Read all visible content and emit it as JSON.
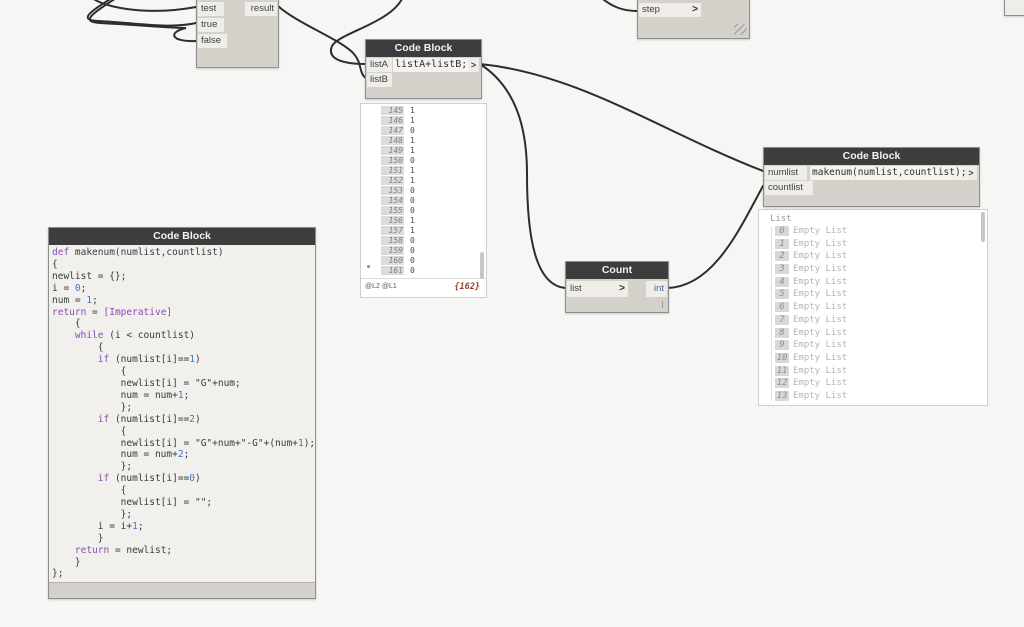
{
  "colors": {
    "canvas": "#f6f6f5",
    "header": "#3d3d3d",
    "body": "#d4d1ca",
    "chip": "#eeede8",
    "kw": "#8b4db3",
    "num": "#4178be",
    "wire": "#2d2d2d",
    "footer_count": "#9c3a2e"
  },
  "nodes": {
    "branch": {
      "inputs": [
        "test",
        "true",
        "false"
      ],
      "output": "result"
    },
    "concat": {
      "title": "Code Block",
      "inputs": [
        "listA",
        "listB"
      ],
      "code": "listA+listB;",
      "output_chevron": ">"
    },
    "step": {
      "input": "step",
      "chevron": ">"
    },
    "count": {
      "title": "Count",
      "input": "list",
      "chevron": ">",
      "output": "int"
    },
    "makenum": {
      "title": "Code Block",
      "inputs": [
        "numlist",
        "countlist"
      ],
      "code": "makenum(numlist,countlist);",
      "output_chevron": ">"
    },
    "main_code": {
      "title": "Code Block",
      "lines": [
        "def makenum(numlist,countlist)",
        "{",
        "newlist = {};",
        "i = 0;",
        "num = 1;",
        "return = [Imperative]",
        "    {",
        "    while (i < countlist)",
        "        {",
        "        if (numlist[i]==1)",
        "            {",
        "            newlist[i] = \"G\"+num;",
        "            num = num+1;",
        "            };",
        "        if (numlist[i]==2)",
        "            {",
        "            newlist[i] = \"G\"+num+\"-G\"+(num+1);",
        "            num = num+2;",
        "            };",
        "        if (numlist[i]==0)",
        "            {",
        "            newlist[i] = \"\";",
        "            };",
        "        i = i+1;",
        "        }",
        "    return = newlist;",
        "    }",
        "};"
      ]
    }
  },
  "previews": {
    "watch": {
      "rows": [
        {
          "i": "145",
          "v": "1"
        },
        {
          "i": "146",
          "v": "1"
        },
        {
          "i": "147",
          "v": "0"
        },
        {
          "i": "148",
          "v": "1"
        },
        {
          "i": "149",
          "v": "1"
        },
        {
          "i": "150",
          "v": "0"
        },
        {
          "i": "151",
          "v": "1"
        },
        {
          "i": "152",
          "v": "1"
        },
        {
          "i": "153",
          "v": "0"
        },
        {
          "i": "154",
          "v": "0"
        },
        {
          "i": "155",
          "v": "0"
        },
        {
          "i": "156",
          "v": "1"
        },
        {
          "i": "157",
          "v": "1"
        },
        {
          "i": "158",
          "v": "0"
        },
        {
          "i": "159",
          "v": "0"
        },
        {
          "i": "160",
          "v": "0"
        },
        {
          "i": "161",
          "v": "0"
        }
      ],
      "footer_left": "@L2 @L1",
      "footer_right": "{162}"
    },
    "list": {
      "header": "List",
      "item_label": "Empty List",
      "indices": [
        "0",
        "1",
        "2",
        "3",
        "4",
        "5",
        "6",
        "7",
        "8",
        "9",
        "10",
        "11",
        "12",
        "13"
      ]
    }
  }
}
